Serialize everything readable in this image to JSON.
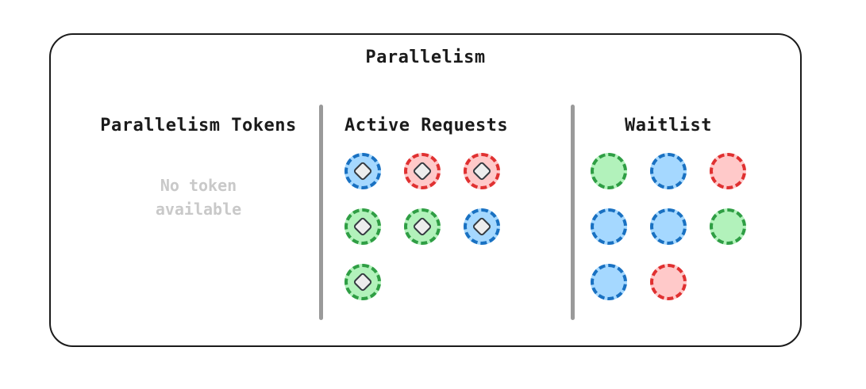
{
  "title": "Parallelism",
  "sections": {
    "tokens": {
      "heading": "Parallelism Tokens",
      "empty_text": "No token available"
    },
    "active": {
      "heading": "Active Requests",
      "requests": [
        {
          "color": "blue"
        },
        {
          "color": "red"
        },
        {
          "color": "red"
        },
        {
          "color": "green"
        },
        {
          "color": "green"
        },
        {
          "color": "blue"
        },
        {
          "color": "green"
        }
      ]
    },
    "waitlist": {
      "heading": "Waitlist",
      "requests": [
        {
          "color": "green"
        },
        {
          "color": "blue"
        },
        {
          "color": "red"
        },
        {
          "color": "blue"
        },
        {
          "color": "blue"
        },
        {
          "color": "green"
        },
        {
          "color": "blue"
        },
        {
          "color": "red"
        }
      ]
    }
  },
  "colors": {
    "blue": {
      "stroke": "#1971c2",
      "fill": "#a5d8ff"
    },
    "red": {
      "stroke": "#e03131",
      "fill": "#ffc9c9"
    },
    "green": {
      "stroke": "#2f9e44",
      "fill": "#b2f2bb"
    }
  },
  "diamond": {
    "fill": "#ededed",
    "stroke": "#343a40"
  }
}
